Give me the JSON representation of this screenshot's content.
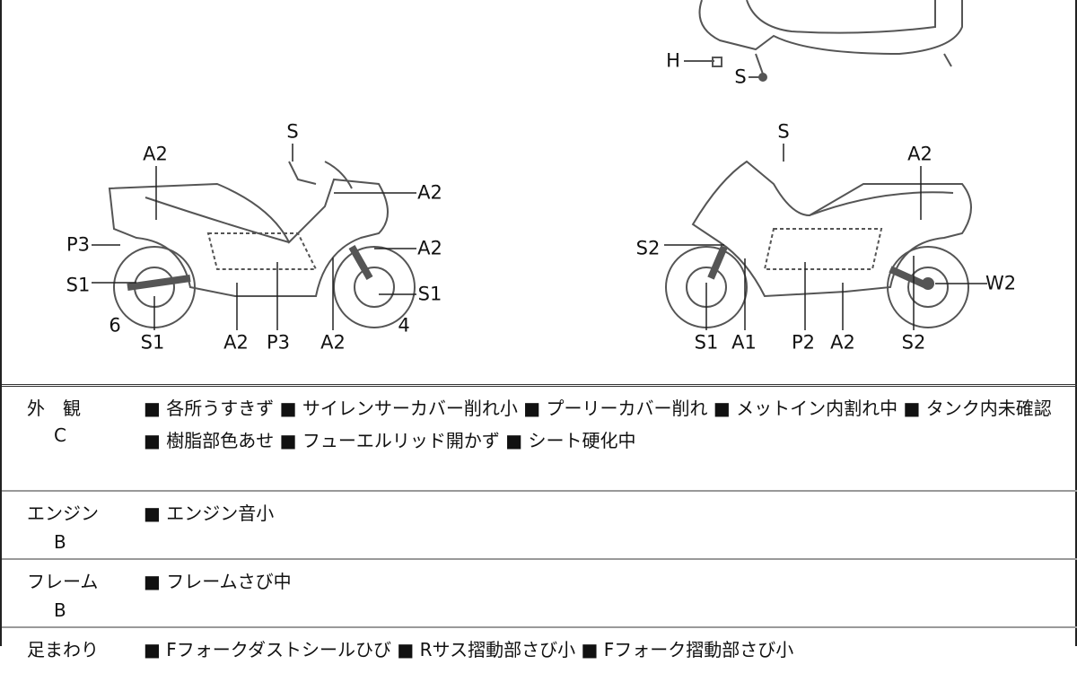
{
  "diagram": {
    "top_labels": [
      "H",
      "S"
    ],
    "left_labels": [
      "S",
      "A2",
      "A2",
      "P3",
      "A2",
      "S1",
      "S1",
      "6",
      "4",
      "S1",
      "A2",
      "P3",
      "A2"
    ],
    "right_labels": [
      "S",
      "A2",
      "S2",
      "W2",
      "S1",
      "A1",
      "P2",
      "A2",
      "S2"
    ]
  },
  "rows": [
    {
      "category": "外　観",
      "grade": "C",
      "items": [
        "各所うすきず",
        "サイレンサーカバー削れ小",
        "プーリーカバー削れ",
        "メットイン内割れ中",
        "タンク内未確認",
        "樹脂部色あせ",
        "フューエルリッド開かず",
        "シート硬化中"
      ]
    },
    {
      "category": "エンジン",
      "grade": "B",
      "items": [
        "エンジン音小"
      ]
    },
    {
      "category": "フレーム",
      "grade": "B",
      "items": [
        "フレームさび中"
      ]
    },
    {
      "category": "足まわり",
      "grade": "",
      "items": [
        "Fフォークダストシールひび",
        "Rサス摺動部さび小",
        "Fフォーク摺動部さび小"
      ]
    }
  ]
}
